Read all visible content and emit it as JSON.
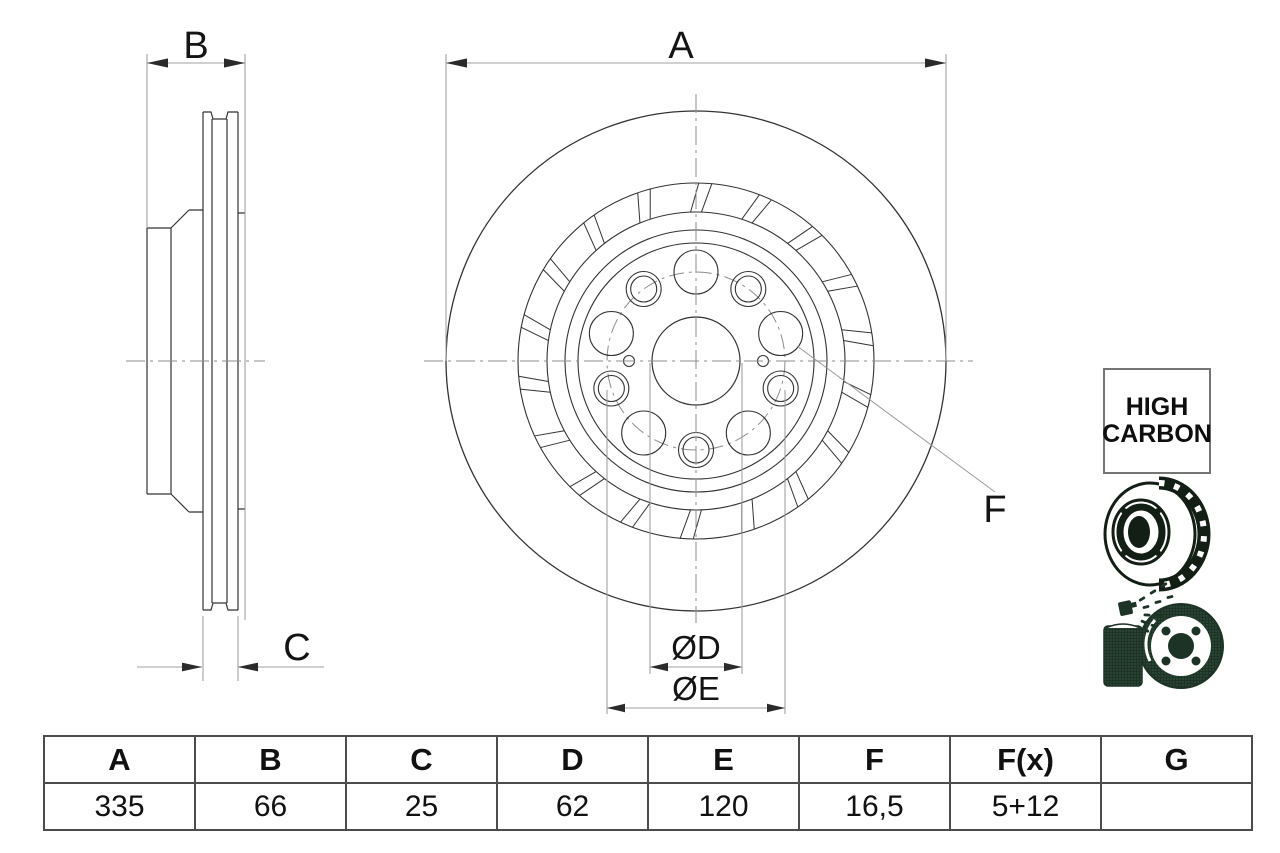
{
  "drawing": {
    "dimension_labels": {
      "a": "A",
      "b": "B",
      "c": "C",
      "f": "F",
      "d_dia": "ØD",
      "e_dia": "ØE"
    },
    "geometry": {
      "vent_ribs": 18,
      "lug_holes": 5,
      "plain_holes": 5,
      "pin_holes": 2
    }
  },
  "badge": {
    "lines": [
      "HIGH",
      "CARBON"
    ]
  },
  "table": {
    "headers": [
      "A",
      "B",
      "C",
      "D",
      "E",
      "F",
      "F(x)",
      "G"
    ],
    "values": [
      "335",
      "66",
      "25",
      "62",
      "120",
      "16,5",
      "5+12",
      ""
    ]
  },
  "colors": {
    "part_line": "#333333",
    "dim_line": "#b3b3b3",
    "ext_line": "#9a9a9a",
    "center_line": "#8d8d8d",
    "arrow": "#2b2b2b",
    "icon_black": "#131f15",
    "icon_green": "#1d3326"
  }
}
